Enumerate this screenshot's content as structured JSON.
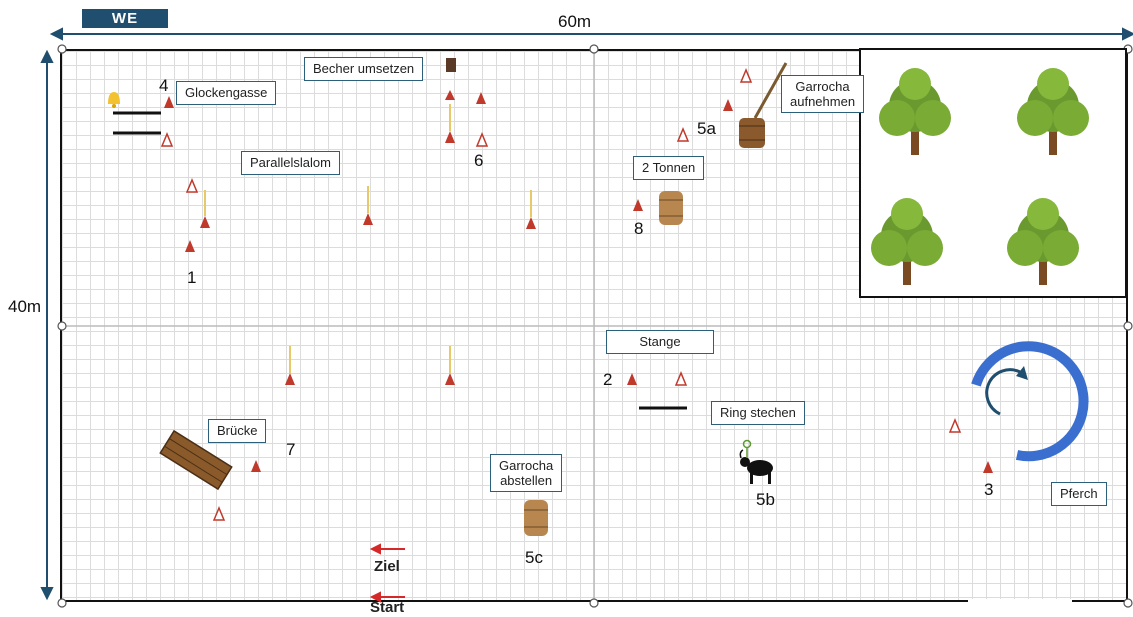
{
  "badge": "WE",
  "width_label": "60m",
  "height_label": "40m",
  "labels": {
    "glockengasse": "Glockengasse",
    "becher": "Becher umsetzen",
    "garrocha_auf_1": "Garrocha",
    "garrocha_auf_2": "aufnehmen",
    "parallelslalom": "Parallelslalom",
    "tonnen": "2 Tonnen",
    "stange": "Stange",
    "ring": "Ring stechen",
    "bruecke": "Brücke",
    "garrocha_ab_1": "Garrocha",
    "garrocha_ab_2": "abstellen",
    "pferch": "Pferch"
  },
  "numbers": {
    "n4": "4",
    "n1": "1",
    "n6": "6",
    "n5a": "5a",
    "n8": "8",
    "n2": "2",
    "n7": "7",
    "n5b": "5b",
    "n3": "3",
    "n5c": "5c"
  },
  "finish": "Ziel",
  "start": "Start",
  "colors": {
    "accent": "#1f4e6e",
    "cone": "#c0392b",
    "ring": "#3a6fcf"
  }
}
